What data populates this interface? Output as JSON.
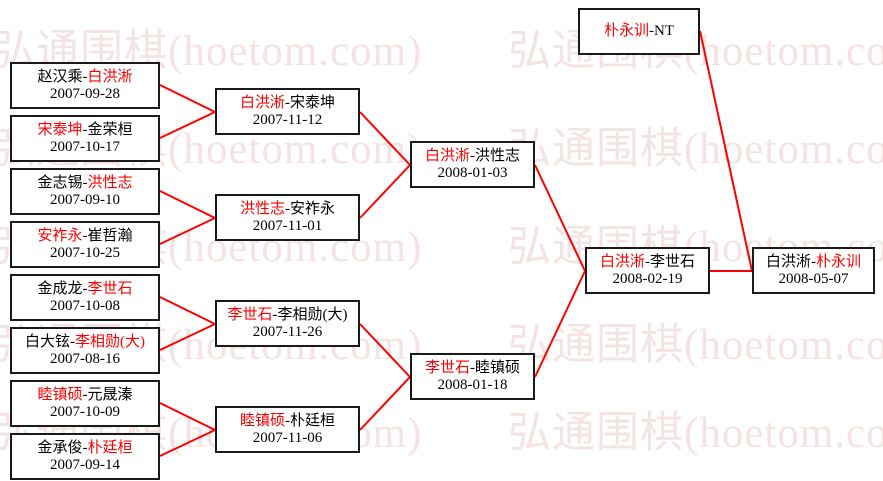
{
  "watermark": {
    "text": "弘通围棋(hoetom.com)",
    "color": "#f4e3e3"
  },
  "colors": {
    "winner": "#ff0000",
    "loser": "#000000",
    "connector": "#ff0000",
    "box_border": "#1a1a1a",
    "background": "#ffffff"
  },
  "bracket": {
    "round1": [
      {
        "left": "赵汉乘",
        "right": "白洪淅",
        "winner": "right",
        "date": "2007-09-28"
      },
      {
        "left": "宋泰坤",
        "right": "金荣桓",
        "winner": "left",
        "date": "2007-10-17"
      },
      {
        "left": "金志锡",
        "right": "洪性志",
        "winner": "right",
        "date": "2007-09-10"
      },
      {
        "left": "安祚永",
        "right": "崔哲瀚",
        "winner": "left",
        "date": "2007-10-25"
      },
      {
        "left": "金成龙",
        "right": "李世石",
        "winner": "right",
        "date": "2007-10-08"
      },
      {
        "left": "白大铉",
        "right": "李相勋(大)",
        "winner": "right",
        "date": "2007-08-16"
      },
      {
        "left": "睦镇硕",
        "right": "元晟溱",
        "winner": "left",
        "date": "2007-10-09"
      },
      {
        "left": "金承俊",
        "right": "朴廷桓",
        "winner": "right",
        "date": "2007-09-14"
      }
    ],
    "round2": [
      {
        "left": "白洪淅",
        "right": "宋泰坤",
        "winner": "left",
        "date": "2007-11-12"
      },
      {
        "left": "洪性志",
        "right": "安祚永",
        "winner": "left",
        "date": "2007-11-01"
      },
      {
        "left": "李世石",
        "right": "李相勋(大)",
        "winner": "left",
        "date": "2007-11-26"
      },
      {
        "left": "睦镇硕",
        "right": "朴廷桓",
        "winner": "left",
        "date": "2007-11-06"
      }
    ],
    "round3": [
      {
        "left": "白洪淅",
        "right": "洪性志",
        "winner": "left",
        "date": "2008-01-03"
      },
      {
        "left": "李世石",
        "right": "睦镇硕",
        "winner": "left",
        "date": "2008-01-18"
      }
    ],
    "semifinal": [
      {
        "left": "白洪淅",
        "right": "李世石",
        "winner": "left",
        "date": "2008-02-19"
      }
    ],
    "seed": [
      {
        "left": "朴永训",
        "right": "NT",
        "winner": "left",
        "date": ""
      }
    ],
    "final": [
      {
        "left": "白洪淅",
        "right": "朴永训",
        "winner": "right",
        "date": "2008-05-07"
      }
    ]
  }
}
